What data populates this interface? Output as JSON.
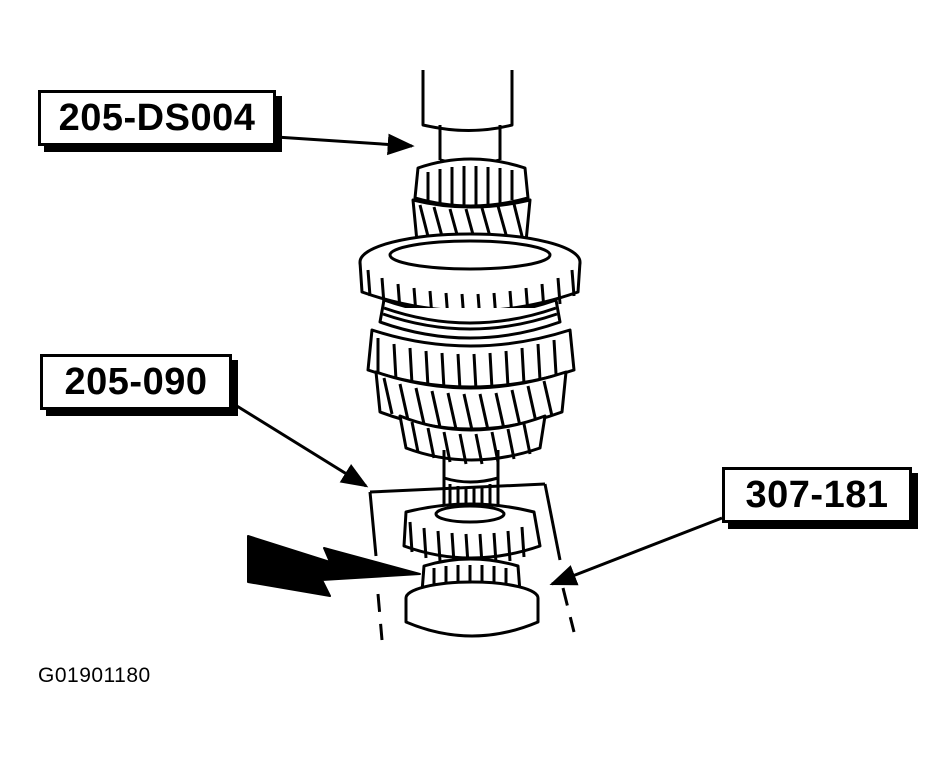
{
  "callouts": {
    "special_tool_top": "205-DS004",
    "special_tool_middle": "205-090",
    "special_tool_right": "307-181"
  },
  "figure_id": "G01901180",
  "colors": {
    "ink": "#000000",
    "paper": "#ffffff"
  }
}
